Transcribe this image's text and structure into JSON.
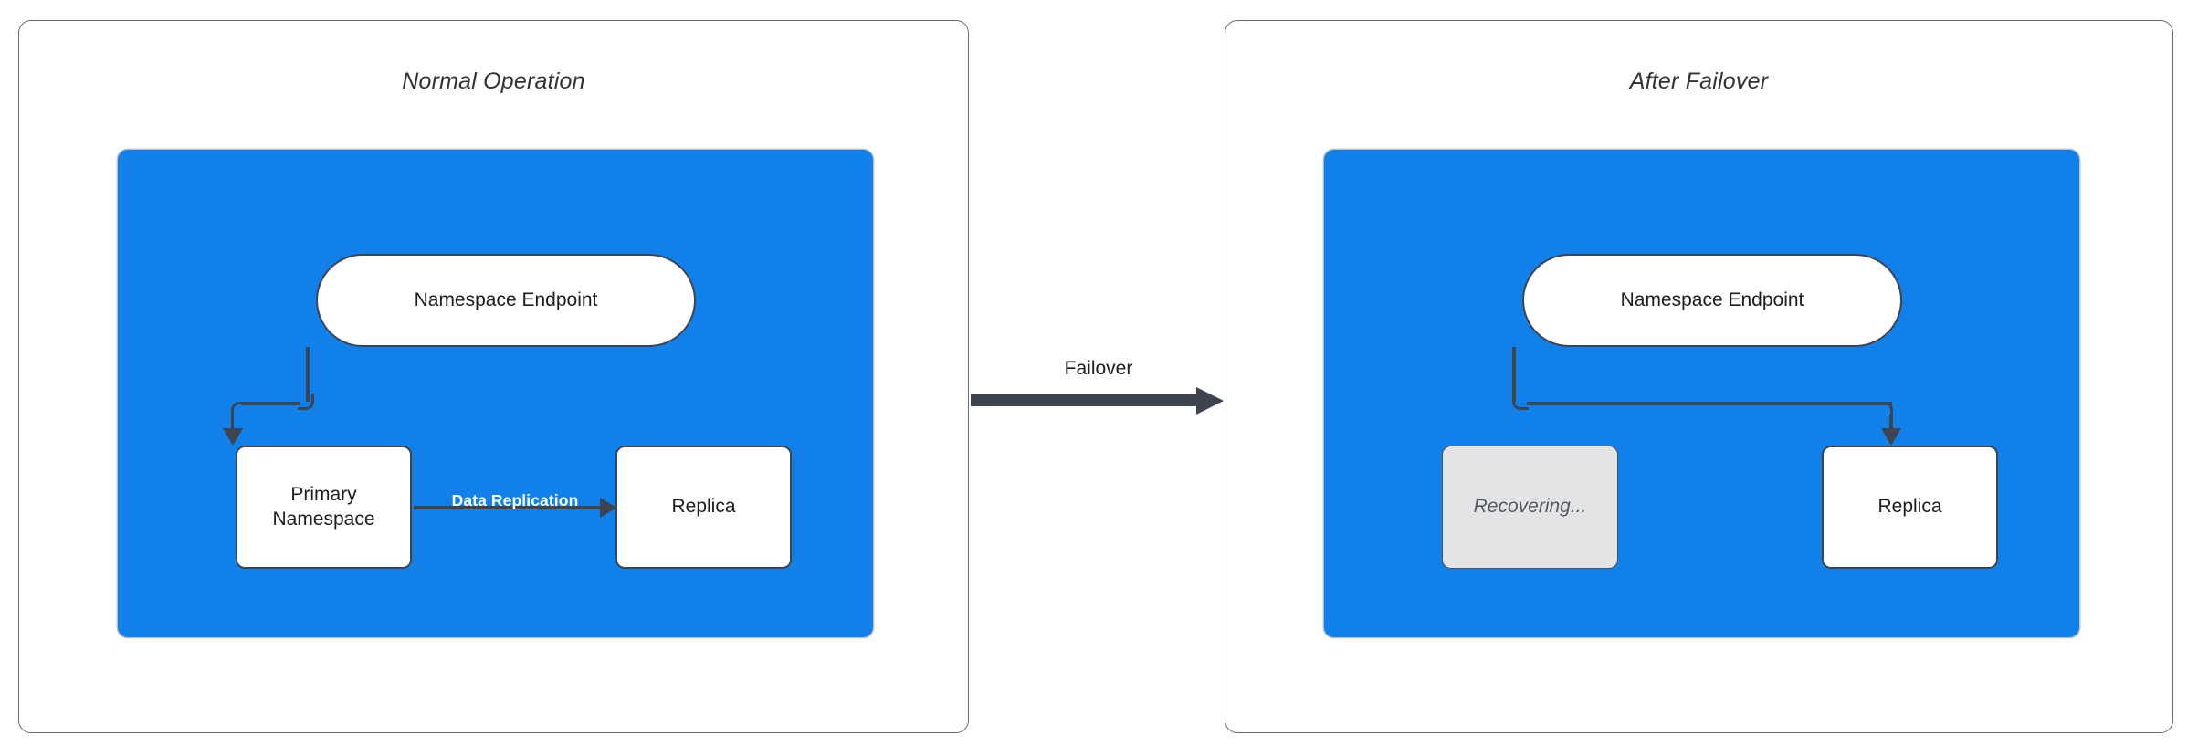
{
  "diagram": {
    "type": "failover-architecture",
    "background_color": "#ffffff",
    "accent_color": "#1180E8",
    "stroke_color": "#3d4450"
  },
  "panels": [
    {
      "id": "normal-operation",
      "title": "Normal Operation",
      "container_color": "#1180E8",
      "nodes": [
        {
          "id": "endpoint",
          "label": "Namespace Endpoint",
          "shape": "pill",
          "state": "active"
        },
        {
          "id": "primary",
          "label": "Primary\nNamespace",
          "shape": "box",
          "state": "active"
        },
        {
          "id": "replica",
          "label": "Replica",
          "shape": "box",
          "state": "active"
        }
      ],
      "edges": [
        {
          "from": "endpoint",
          "to": "primary",
          "label": ""
        },
        {
          "from": "primary",
          "to": "replica",
          "label": "Data Replication",
          "label_color": "#ffffff"
        }
      ]
    },
    {
      "id": "after-failover",
      "title": "After Failover",
      "container_color": "#1180E8",
      "nodes": [
        {
          "id": "endpoint",
          "label": "Namespace Endpoint",
          "shape": "pill",
          "state": "active"
        },
        {
          "id": "recovering",
          "label": "Recovering...",
          "shape": "box",
          "state": "faded"
        },
        {
          "id": "replica",
          "label": "Replica",
          "shape": "box",
          "state": "active"
        }
      ],
      "edges": [
        {
          "from": "endpoint",
          "to": "replica",
          "label": ""
        }
      ]
    }
  ],
  "transition": {
    "label": "Failover",
    "direction": "left-to-right",
    "color": "#3d4450"
  }
}
